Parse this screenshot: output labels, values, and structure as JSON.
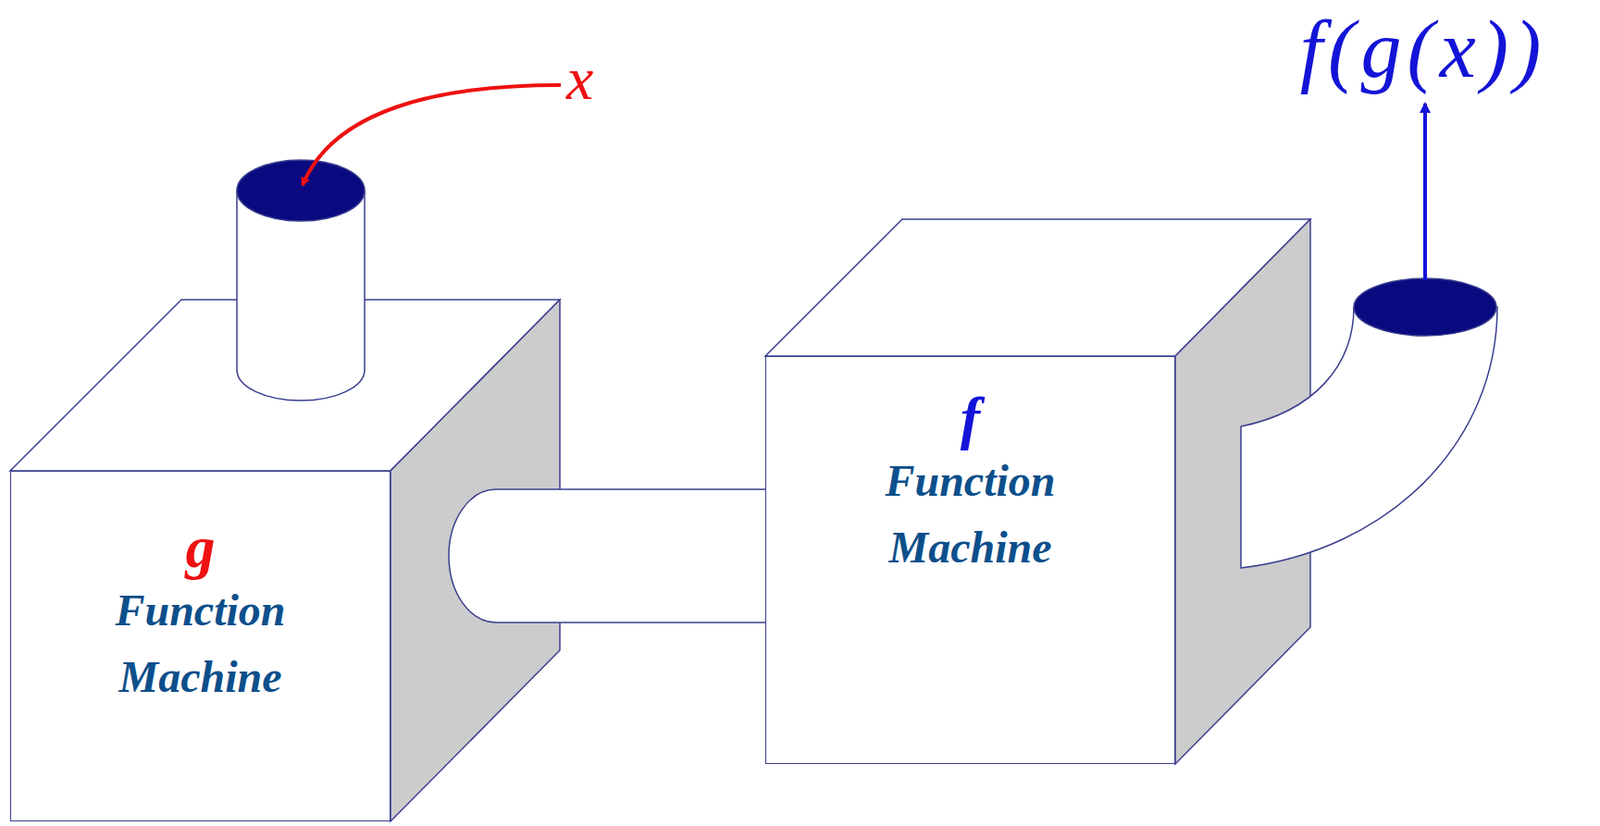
{
  "diagram": {
    "nodes": [
      {
        "text": [
          "g",
          "Function Machine"
        ]
      },
      {
        "text": [
          "f",
          "Function Machine"
        ]
      }
    ],
    "edges": [
      {
        "from": 0,
        "to": 1,
        "arrow": "none"
      }
    ],
    "labels": [
      "x",
      "f(g(x))"
    ]
  }
}
